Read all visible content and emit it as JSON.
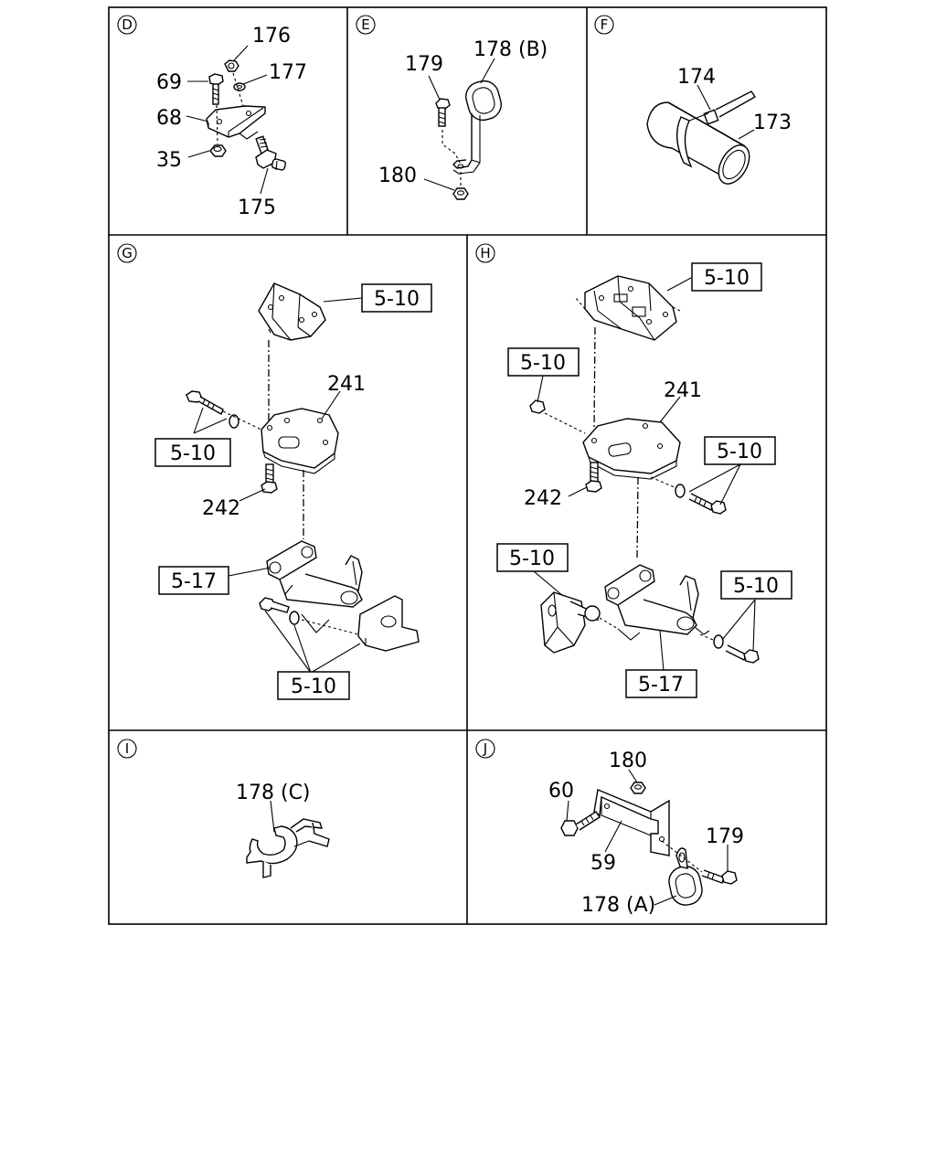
{
  "sections": {
    "D": "D",
    "E": "E",
    "F": "F",
    "G": "G",
    "H": "H",
    "I": "I",
    "J": "J"
  },
  "labels": {
    "d_176": "176",
    "d_177": "177",
    "d_69": "69",
    "d_68": "68",
    "d_35": "35",
    "d_175": "175",
    "e_179": "179",
    "e_178b": "178 (B)",
    "e_180": "180",
    "f_174": "174",
    "f_173": "173",
    "g_510_top": "5-10",
    "g_241": "241",
    "g_510_left": "5-10",
    "g_242": "242",
    "g_517": "5-17",
    "g_510_bottom": "5-10",
    "h_510_top": "5-10",
    "h_510_nut": "5-10",
    "h_241": "241",
    "h_510_right": "5-10",
    "h_242": "242",
    "h_510_left": "5-10",
    "h_510_lowright": "5-10",
    "h_517": "5-17",
    "i_178c": "178 (C)",
    "j_180": "180",
    "j_60": "60",
    "j_179": "179",
    "j_59": "59",
    "j_178a": "178 (A)"
  }
}
